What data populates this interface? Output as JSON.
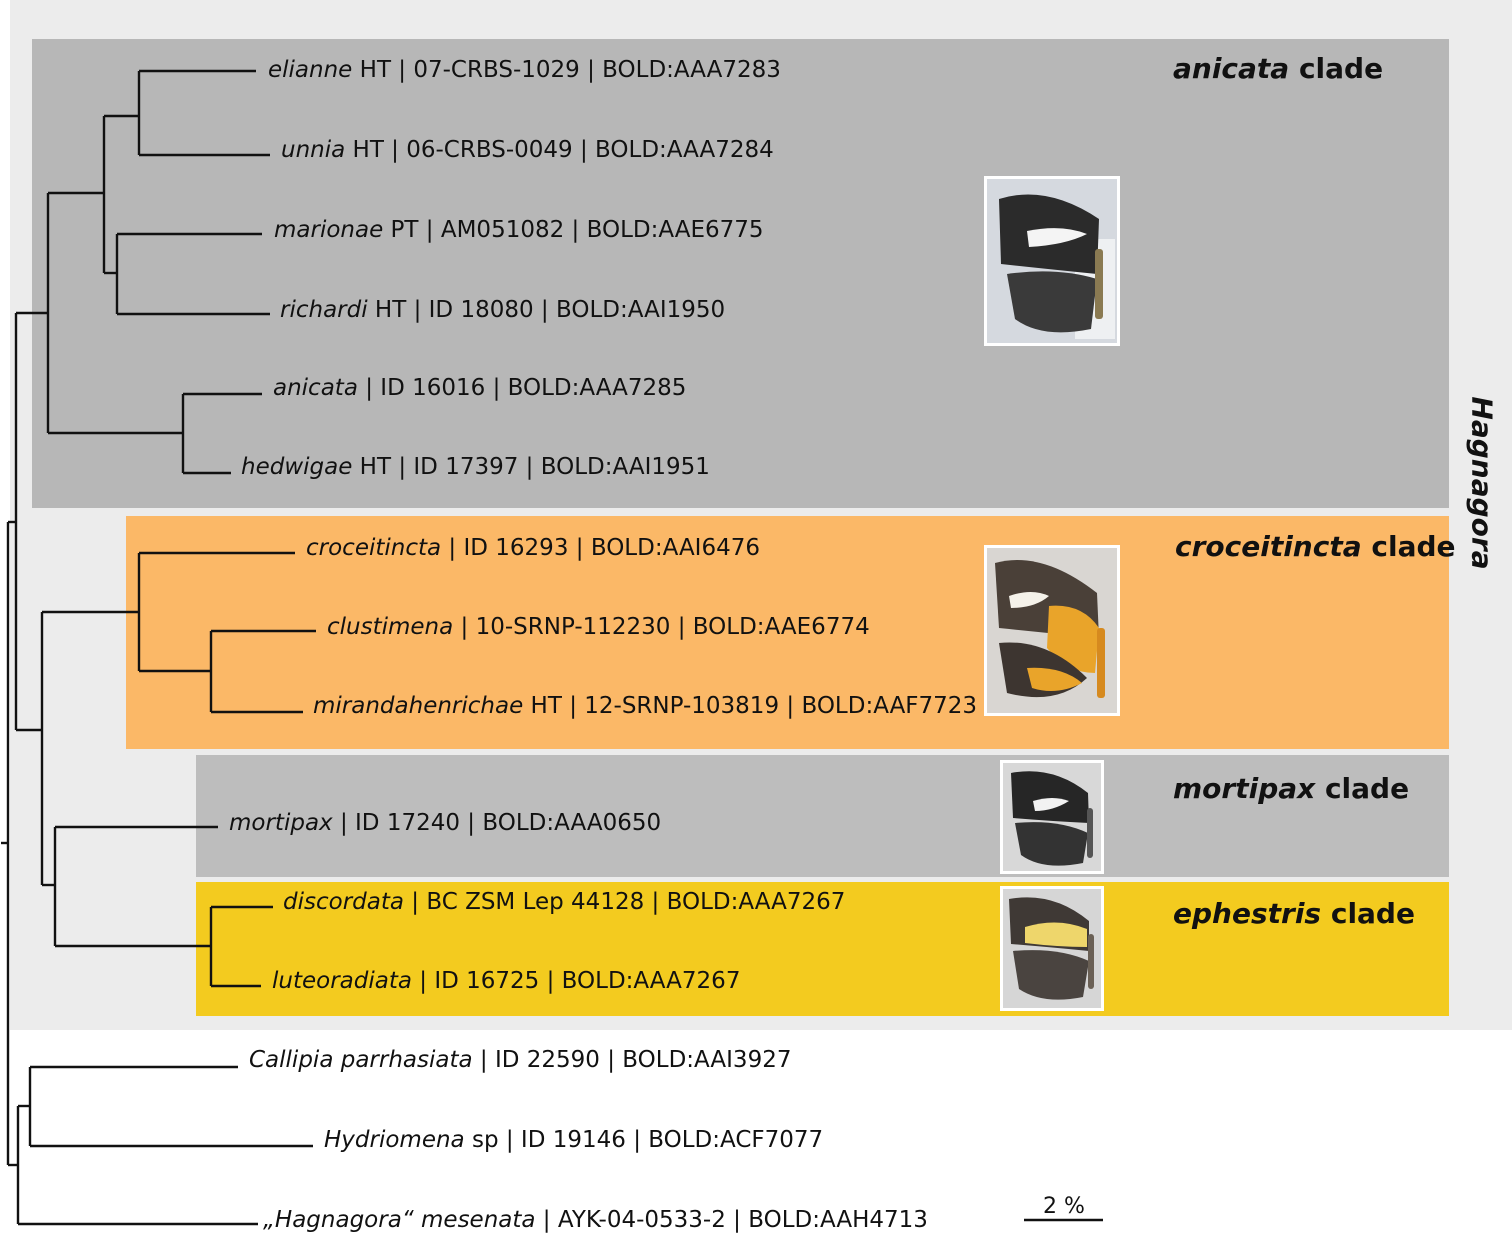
{
  "genus_label": "Hagnagora",
  "colors": {
    "genus_bg": "#ececec",
    "anicata": "#b7b7b7",
    "croceitincta": "#fbb867",
    "mortipax": "#bdbdbd",
    "ephestris": "#f3cb1f",
    "branch": "#111111"
  },
  "clades": {
    "anicata": {
      "name": "anicata",
      "suffix": "clade"
    },
    "croceitincta": {
      "name": "croceitincta",
      "suffix": "clade"
    },
    "mortipax": {
      "name": "mortipax",
      "suffix": "clade"
    },
    "ephestris": {
      "name": "ephestris",
      "suffix": "clade"
    }
  },
  "leaves": [
    {
      "species": "elianne",
      "rest": " HT | 07-CRBS-1029 | BOLD:AAA7283"
    },
    {
      "species": "unnia",
      "rest": " HT | 06-CRBS-0049 | BOLD:AAA7284"
    },
    {
      "species": "marionae",
      "rest": " PT | AM051082 | BOLD:AAE6775"
    },
    {
      "species": "richardi",
      "rest": " HT | ID 18080 | BOLD:AAI1950"
    },
    {
      "species": "anicata",
      "rest": " | ID 16016 | BOLD:AAA7285"
    },
    {
      "species": "hedwigae",
      "rest": " HT | ID 17397 | BOLD:AAI1951"
    },
    {
      "species": "croceitincta",
      "rest": " | ID 16293 | BOLD:AAI6476"
    },
    {
      "species": "clustimena",
      "rest": " | 10-SRNP-112230 | BOLD:AAE6774"
    },
    {
      "species": "mirandahenrichae",
      "rest": " HT | 12-SRNP-103819 | BOLD:AAF7723"
    },
    {
      "species": "mortipax",
      "rest": " | ID 17240 | BOLD:AAA0650"
    },
    {
      "species": "discordata",
      "rest": " | BC ZSM Lep 44128 | BOLD:AAA7267"
    },
    {
      "species": "luteoradiata",
      "rest": " | ID 16725 | BOLD:AAA7267"
    },
    {
      "species": "Callipia parrhasiata",
      "rest": " | ID 22590 | BOLD:AAI3927"
    },
    {
      "species": "Hydriomena",
      "rest": " sp | ID 19146 | BOLD:ACF7077"
    },
    {
      "species": "„Hagnagora“ mesenata",
      "rest": " | AYK-04-0533-2 | BOLD:AAH4713"
    }
  ],
  "scale_bar": {
    "label": "2 %"
  }
}
